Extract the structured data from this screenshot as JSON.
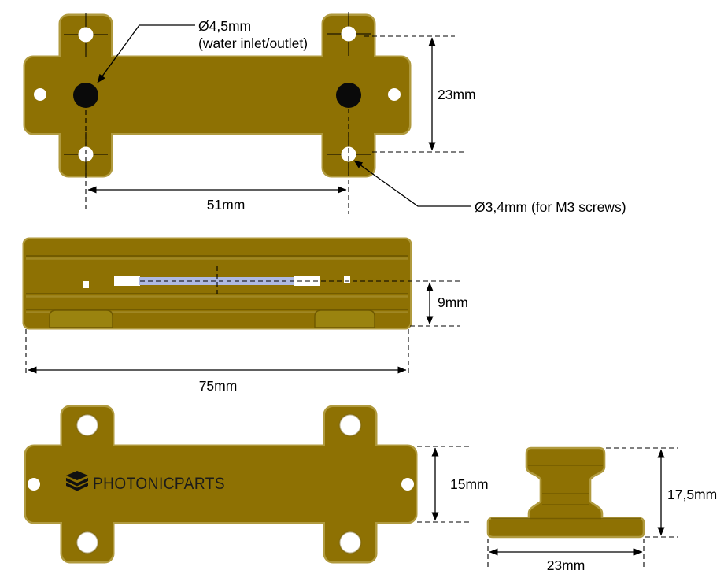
{
  "drawing": {
    "brand": "PHOTONICPARTS",
    "colors": {
      "part_gold": "#8E7103",
      "part_highlight": "#B09A3E",
      "part_shadow": "#6E5800",
      "slot_blue": "#AEB9E2",
      "line_black": "#000000"
    },
    "top_view": {
      "label_water_hole": "Ø4,5mm",
      "label_water_hole_note": "(water inlet/outlet)",
      "label_screw_hole": "Ø3,4mm (for M3 screws)",
      "dim_hole_rows": "23mm",
      "dim_hole_columns": "51mm"
    },
    "side_view": {
      "dim_height": "9mm",
      "dim_length": "75mm"
    },
    "front_view": {
      "dim_body_height": "15mm",
      "logo": "PHOTONICPARTS"
    },
    "end_view": {
      "dim_height": "17,5mm",
      "dim_width": "23mm"
    }
  }
}
